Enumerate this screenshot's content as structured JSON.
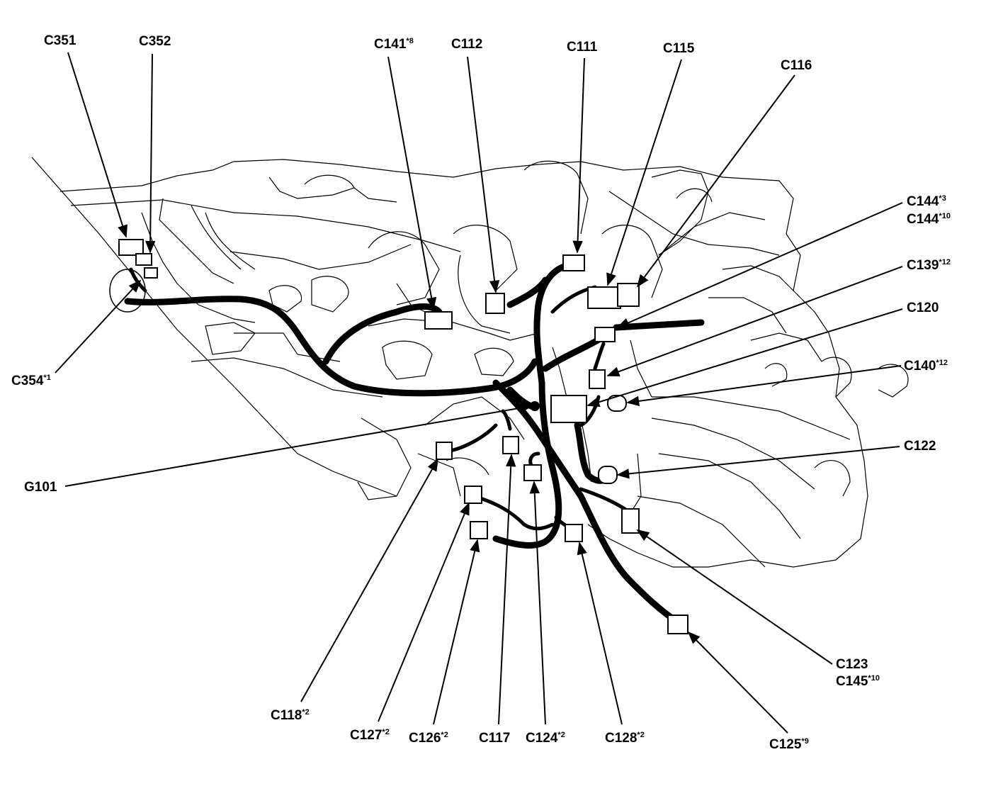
{
  "diagram": {
    "labels": [
      {
        "id": "c351",
        "name": "C351",
        "sup": ""
      },
      {
        "id": "c352",
        "name": "C352",
        "sup": ""
      },
      {
        "id": "c141",
        "name": "C141",
        "sup": "*8"
      },
      {
        "id": "c112",
        "name": "C112",
        "sup": ""
      },
      {
        "id": "c111",
        "name": "C111",
        "sup": ""
      },
      {
        "id": "c115",
        "name": "C115",
        "sup": ""
      },
      {
        "id": "c116",
        "name": "C116",
        "sup": ""
      },
      {
        "id": "c144a",
        "name": "C144",
        "sup": "*3"
      },
      {
        "id": "c144b",
        "name": "C144",
        "sup": "*10"
      },
      {
        "id": "c139",
        "name": "C139",
        "sup": "*12"
      },
      {
        "id": "c120",
        "name": "C120",
        "sup": ""
      },
      {
        "id": "c140",
        "name": "C140",
        "sup": "*12"
      },
      {
        "id": "c122",
        "name": "C122",
        "sup": ""
      },
      {
        "id": "c354",
        "name": "C354",
        "sup": "*1"
      },
      {
        "id": "g101",
        "name": "G101",
        "sup": ""
      },
      {
        "id": "c123",
        "name": "C123",
        "sup": ""
      },
      {
        "id": "c145",
        "name": "C145",
        "sup": "*10"
      },
      {
        "id": "c118",
        "name": "C118",
        "sup": "*2"
      },
      {
        "id": "c127",
        "name": "C127",
        "sup": "*2"
      },
      {
        "id": "c126",
        "name": "C126",
        "sup": "*2"
      },
      {
        "id": "c117",
        "name": "C117",
        "sup": ""
      },
      {
        "id": "c124",
        "name": "C124",
        "sup": "*2"
      },
      {
        "id": "c128",
        "name": "C128",
        "sup": "*2"
      },
      {
        "id": "c125",
        "name": "C125",
        "sup": "*9"
      }
    ]
  }
}
